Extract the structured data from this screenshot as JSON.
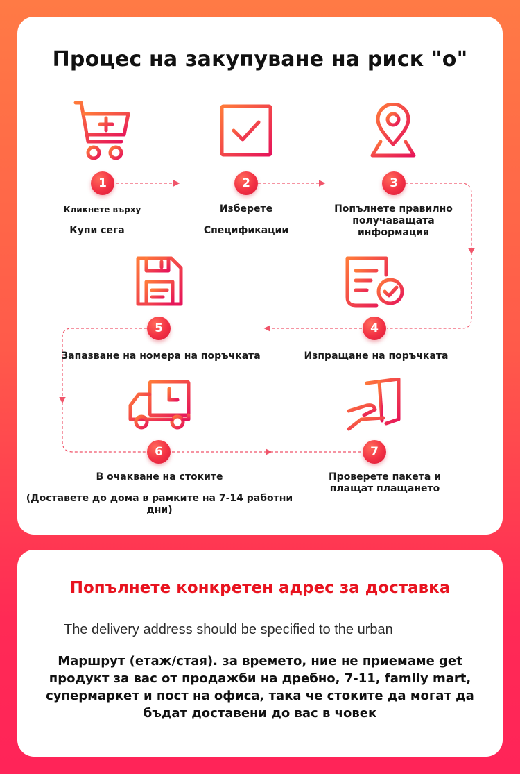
{
  "process": {
    "title": "Процес на закупуване на риск \"о\"",
    "steps": [
      {
        "number": "1",
        "icon": "cart-add-icon",
        "lines": [
          "Кликнете върху",
          "Купи сега"
        ]
      },
      {
        "number": "2",
        "icon": "checkbox-icon",
        "lines": [
          "Изберете",
          "Спецификации"
        ]
      },
      {
        "number": "3",
        "icon": "map-pin-icon",
        "lines": [
          "Попълнете правилно",
          "получаващата",
          "информация"
        ]
      },
      {
        "number": "4",
        "icon": "document-check-icon",
        "lines": [
          "Изпращане на поръчката"
        ]
      },
      {
        "number": "5",
        "icon": "save-icon",
        "lines": [
          "Запазване на номера на поръчката"
        ]
      },
      {
        "number": "6",
        "icon": "delivery-truck-icon",
        "lines": [
          "В очакване на стоките",
          "(Доставете до дома в рамките на 7-14 работни",
          "дни)"
        ]
      },
      {
        "number": "7",
        "icon": "package-hand-icon",
        "lines": [
          "Проверете пакета и",
          "плащат плащането"
        ]
      }
    ]
  },
  "address": {
    "title": "Попълнете конкретен адрес за доставка",
    "note": "The delivery address should be specified to the urban",
    "body": "Маршрут (етаж/стая). за времето, ние не приемаме get продукт за вас от продажби на дребно, 7-11, family mart, супермаркет и пост на офиса, така че стоките да могат да бъдат доставени до вас в човек"
  },
  "colors": {
    "accent": "#e8131f",
    "icon_gradient_start": "#ff7a3a",
    "icon_gradient_end": "#e6155a",
    "flow_line": "#f0556a"
  }
}
